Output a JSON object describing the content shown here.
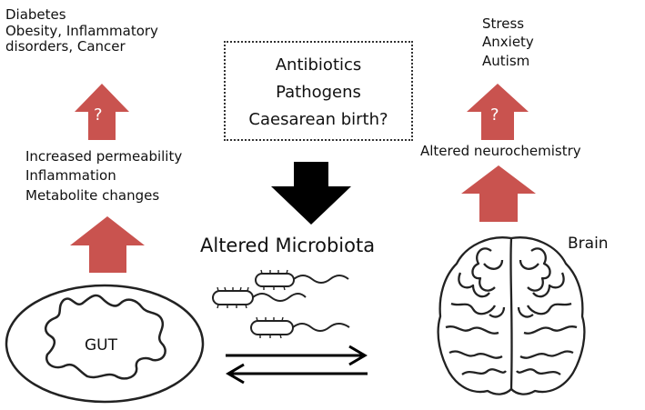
{
  "colors": {
    "up_arrow": "#c9534f",
    "down_arrow": "#000000",
    "outline": "#222222"
  },
  "gut_outcomes": [
    "Diabetes",
    "Obesity, Inflammatory",
    "disorders, Cancer"
  ],
  "brain_outcomes": [
    "Stress",
    "Anxiety",
    "Autism"
  ],
  "factors_box": [
    "Antibiotics",
    "Pathogens",
    "Caesarean birth?"
  ],
  "gut_effects": [
    "Increased permeability",
    "Inflammation",
    "Metabolite changes"
  ],
  "brain_effect": "Altered neurochemistry",
  "question_mark": "?",
  "center_label": "Altered Microbiota",
  "gut_label": "GUT",
  "brain_label": "Brain",
  "icons": [
    "up-arrow-icon",
    "down-arrow-icon",
    "bacteria-icon",
    "bidirectional-arrows-icon",
    "gut-icon",
    "brain-icon"
  ]
}
